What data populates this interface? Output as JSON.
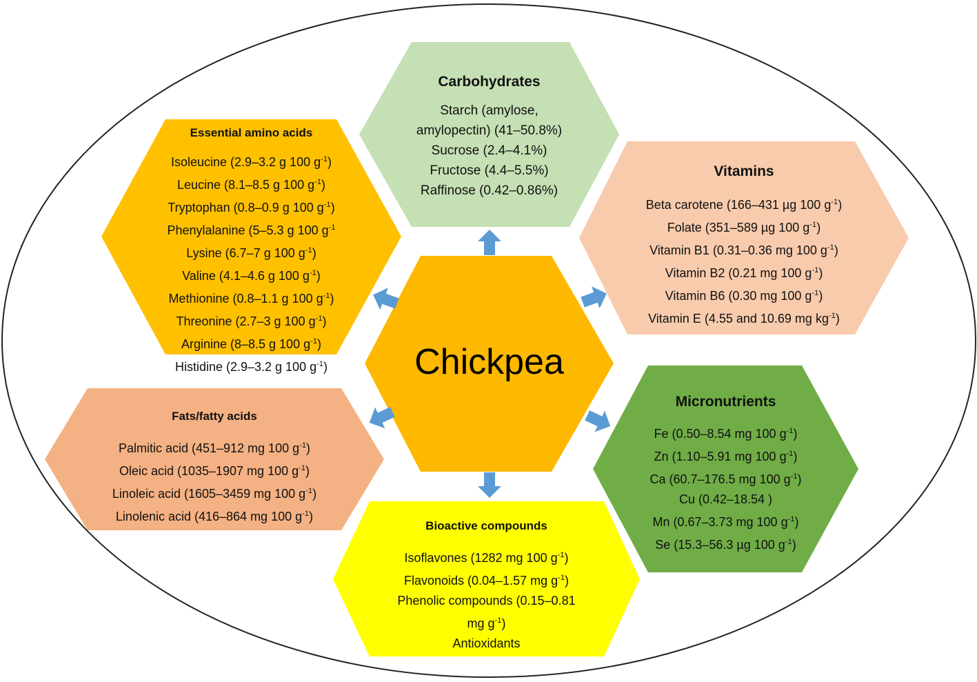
{
  "center": {
    "label": "Chickpea",
    "color": "#FFB800"
  },
  "colors": {
    "outline": "#222222",
    "arrow": "#5B9BD5",
    "carbohydrates": "#C5E0B4",
    "vitamins": "#F8CBAD",
    "amino": "#FFC000",
    "fats": "#F4B183",
    "micronutrients": "#70AD47",
    "bioactive": "#FFFF00"
  },
  "carbohydrates": {
    "title": "Carbohydrates",
    "lines": [
      "Starch (amylose,",
      "amylopectin) (41–50.8%)",
      "Sucrose (2.4–4.1%)",
      "Fructose (4.4–5.5%)",
      "Raffinose (0.42–0.86%)"
    ]
  },
  "amino": {
    "title": "Essential amino acids",
    "lines": [
      "Isoleucine (2.9–3.2 g 100 g-1)",
      "Leucine (8.1–8.5 g 100 g-1)",
      "Tryptophan (0.8–0.9 g 100 g-1)",
      "Phenylalanine (5–5.3 g 100 g-1",
      "Lysine (6.7–7 g 100 g-1)",
      "Valine (4.1–4.6 g 100 g-1)",
      "Methionine (0.8–1.1 g 100 g-1)",
      "Threonine (2.7–3 g 100 g-1)",
      "Arginine (8–8.5 g 100 g-1)",
      "Histidine (2.9–3.2 g 100 g-1)"
    ]
  },
  "vitamins": {
    "title": "Vitamins",
    "lines": [
      "Beta carotene (166–431 µg 100 g-1)",
      "Folate (351–589 µg 100 g-1)",
      "Vitamin B1 (0.31–0.36 mg 100 g-1)",
      "Vitamin B2 (0.21 mg 100 g-1)",
      "Vitamin B6 (0.30 mg 100 g-1)",
      "Vitamin E (4.55 and 10.69 mg kg-1)"
    ]
  },
  "fats": {
    "title": "Fats/fatty acids",
    "lines": [
      "Palmitic acid (451–912 mg 100 g-1)",
      "Oleic acid (1035–1907 mg 100 g-1)",
      "Linoleic acid (1605–3459 mg 100 g-1)",
      "Linolenic acid (416–864 mg 100 g-1)"
    ]
  },
  "micronutrients": {
    "title": "Micronutrients",
    "lines": [
      "Fe (0.50–8.54 mg 100 g-1)",
      "Zn (1.10–5.91 mg 100 g-1)",
      "Ca (60.7–176.5 mg 100 g-1)",
      "Cu (0.42–18.54 )",
      "Mn (0.67–3.73 mg 100 g-1)",
      "Se (15.3–56.3 µg 100 g-1)"
    ]
  },
  "bioactive": {
    "title": "Bioactive compounds",
    "lines": [
      "Isoflavones (1282 mg 100 g-1)",
      "Flavonoids (0.04–1.57 mg g-1)",
      "Phenolic compounds  (0.15–0.81",
      "mg g-1)",
      "Antioxidants"
    ]
  }
}
